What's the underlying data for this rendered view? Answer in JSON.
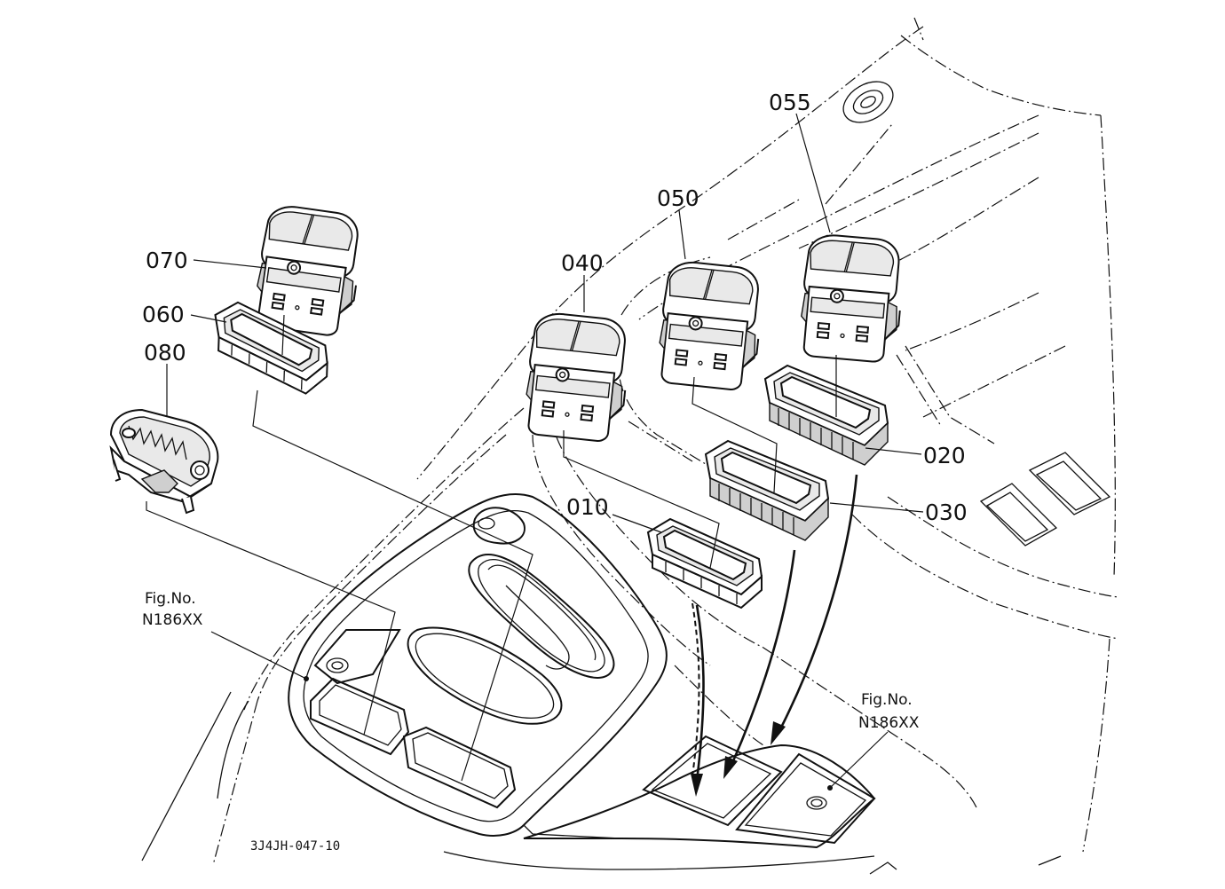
{
  "callouts": {
    "p010": "010",
    "p020": "020",
    "p030": "030",
    "p040": "040",
    "p050": "050",
    "p055": "055",
    "p060": "060",
    "p070": "070",
    "p080": "080"
  },
  "figure_refs": {
    "left": {
      "line1": "Fig.No.",
      "line2": "N186XX"
    },
    "right": {
      "line1": "Fig.No.",
      "line2": "N186XX"
    }
  },
  "drawing_number": "3J4JH-047-10"
}
